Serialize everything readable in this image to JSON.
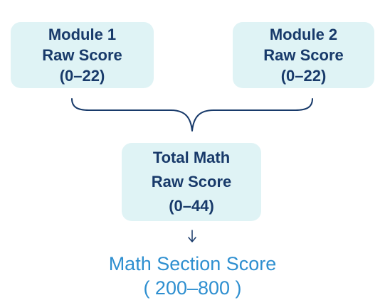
{
  "module1": {
    "line1": "Module 1",
    "line2": "Raw Score",
    "line3": "(0–22)"
  },
  "module2": {
    "line1": "Module 2",
    "line2": "Raw Score",
    "line3": "(0–22)"
  },
  "total": {
    "line1": "Total Math",
    "line2": "Raw Score",
    "line3": "(0–44)"
  },
  "result": {
    "title": "Math Section Score",
    "range": "( 200–800 )"
  },
  "icons": {
    "brace": "curly-brace-icon",
    "arrow": "arrow-down-icon"
  },
  "colors": {
    "box_fill": "#dff3f5",
    "box_text": "#183a6a",
    "connector": "#183a6a",
    "result_text": "#2e8fd0"
  }
}
